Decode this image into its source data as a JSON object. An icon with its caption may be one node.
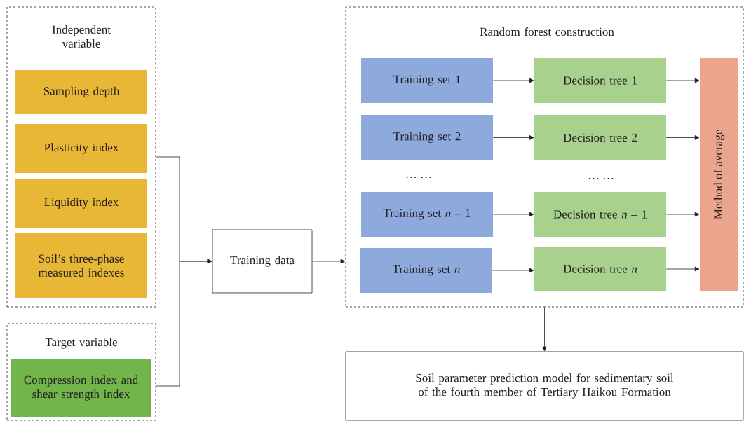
{
  "diagram": {
    "nodes": [
      {
        "text": [
          "Independent variable"
        ]
      },
      {
        "text": [
          "Sampling depth"
        ],
        "in": 0
      },
      {
        "text": [
          "Plasticity index"
        ],
        "in": 0
      },
      {
        "text": [
          "Liquidity index"
        ],
        "in": 0
      },
      {
        "text": [
          "Soil’s three-phase measured indexes"
        ],
        "in": 0
      },
      {
        "text": [
          "Target variable"
        ]
      },
      {
        "text": [
          "Compression index and shear strength index"
        ],
        "in": 5
      },
      {
        "text": [
          "Training data"
        ]
      },
      {
        "text": [
          "Random forest construction"
        ]
      },
      {
        "text": [
          "Training set 1"
        ],
        "in": 8
      },
      {
        "text": [
          "Decision tree 1"
        ],
        "in": 8
      },
      {
        "text": [
          "Training set 2"
        ],
        "in": 8
      },
      {
        "text": [
          "Decision tree 2"
        ],
        "in": 8
      },
      {
        "text": [
          "Training set *n* – 1"
        ],
        "in": 8
      },
      {
        "text": [
          "Decision tree *n* – 1"
        ],
        "in": 8
      },
      {
        "text": [
          "Training set *n*"
        ],
        "in": 8
      },
      {
        "text": [
          "Decision tree *n*"
        ],
        "in": 8
      },
      {
        "text": [
          "Method of average"
        ],
        "in": 8
      },
      {
        "text": [
          "Soil parameter prediction model for sedimentary soil of the fourth member of Tertiary Haikou Formation"
        ]
      }
    ],
    "edges": [
      {
        "from": 0,
        "to": 7,
        "arrow": "to"
      },
      {
        "from": 5,
        "to": 7,
        "arrow": "to"
      },
      {
        "from": 7,
        "to": 8,
        "arrow": "to"
      },
      {
        "from": 9,
        "to": 10,
        "arrow": "to"
      },
      {
        "from": 11,
        "to": 12,
        "arrow": "to"
      },
      {
        "from": 13,
        "to": 14,
        "arrow": "to"
      },
      {
        "from": 15,
        "to": 16,
        "arrow": "to"
      },
      {
        "from": 10,
        "to": 17,
        "arrow": "to"
      },
      {
        "from": 12,
        "to": 17,
        "arrow": "to"
      },
      {
        "from": 14,
        "to": 17,
        "arrow": "to"
      },
      {
        "from": 16,
        "to": 17,
        "arrow": "to"
      },
      {
        "from": 8,
        "to": 18,
        "arrow": "to"
      }
    ],
    "labels": [
      "… …",
      "… …"
    ]
  }
}
